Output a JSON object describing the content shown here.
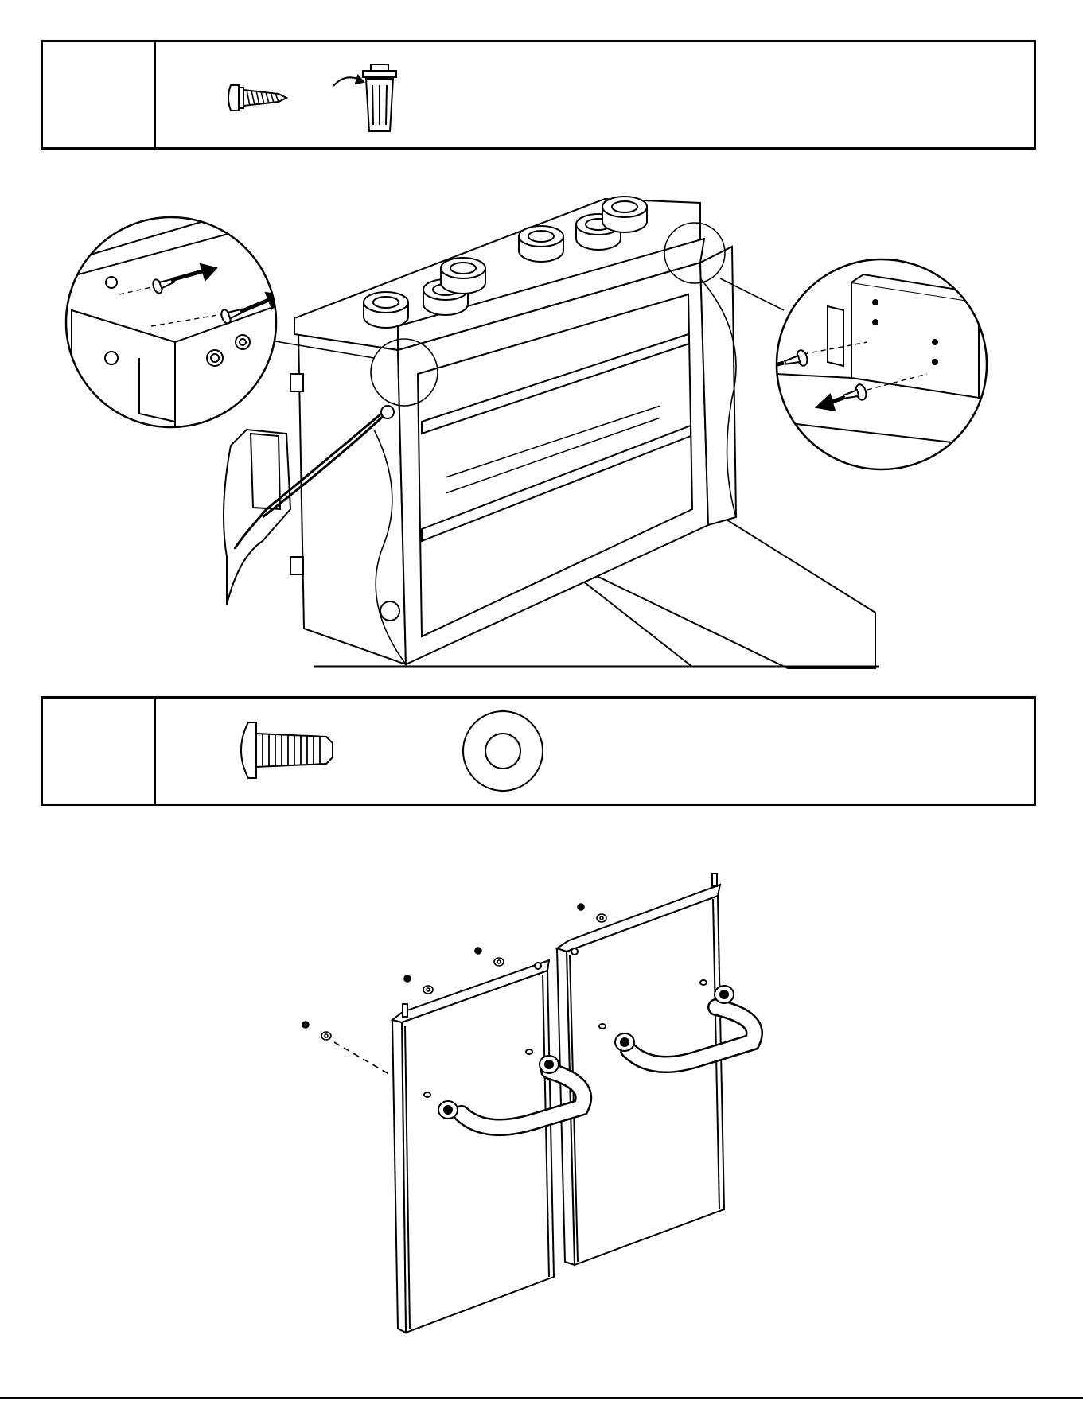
{
  "step_boxes": [
    {
      "step_number": "",
      "parts": [
        {
          "icon": "tapping-screw-icon"
        },
        {
          "icon": "discard-in-trash-icon"
        }
      ]
    },
    {
      "step_number": "",
      "parts": [
        {
          "icon": "machine-screw-icon"
        },
        {
          "icon": "washer-icon"
        }
      ]
    }
  ],
  "illustrations": [
    {
      "name": "grill-body-door-frame-screw-removal",
      "detail_callouts": 2
    },
    {
      "name": "doors-with-handles-screw-and-washer-assembly",
      "door_count": 2
    }
  ],
  "colors": {
    "line": "#000000",
    "fill": "#ffffff",
    "shade": "#d9d9d9"
  }
}
